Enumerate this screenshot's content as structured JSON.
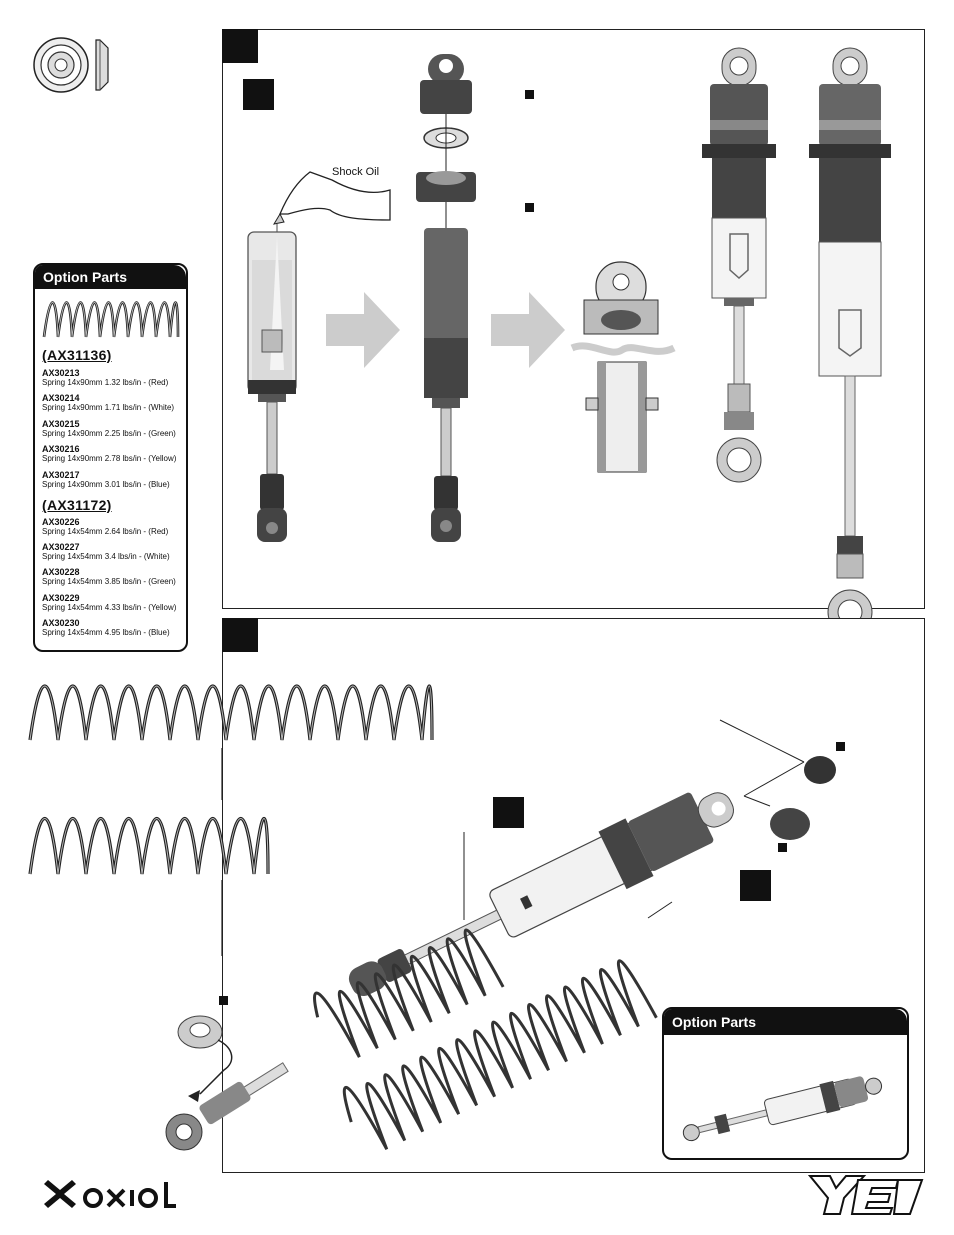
{
  "step1": {
    "oil_label": "Shock Oil"
  },
  "option_parts_list": {
    "title": "Option Parts",
    "groups": [
      {
        "kit": "(AX31136)",
        "items": [
          {
            "pn": "AX30213",
            "desc": "Spring 14x90mm 1.32 lbs/in - (Red)"
          },
          {
            "pn": "AX30214",
            "desc": "Spring 14x90mm 1.71 lbs/in - (White)"
          },
          {
            "pn": "AX30215",
            "desc": "Spring 14x90mm 2.25 lbs/in - (Green)"
          },
          {
            "pn": "AX30216",
            "desc": "Spring 14x90mm 2.78 lbs/in - (Yellow)"
          },
          {
            "pn": "AX30217",
            "desc": "Spring 14x90mm 3.01 lbs/in - (Blue)"
          }
        ]
      },
      {
        "kit": "(AX31172)",
        "items": [
          {
            "pn": "AX30226",
            "desc": "Spring 14x54mm 2.64 lbs/in - (Red)"
          },
          {
            "pn": "AX30227",
            "desc": "Spring 14x54mm 3.4 lbs/in - (White)"
          },
          {
            "pn": "AX30228",
            "desc": "Spring 14x54mm 3.85 lbs/in - (Green)"
          },
          {
            "pn": "AX30229",
            "desc": "Spring 14x54mm 4.33 lbs/in - (Yellow)"
          },
          {
            "pn": "AX30230",
            "desc": "Spring 14x54mm 4.95 lbs/in - (Blue)"
          }
        ]
      }
    ]
  },
  "option_parts_inset": {
    "title": "Option Parts"
  },
  "footer": {
    "brand_logo": "axial-logo-icon",
    "product_logo": "yeti-logo-icon"
  }
}
